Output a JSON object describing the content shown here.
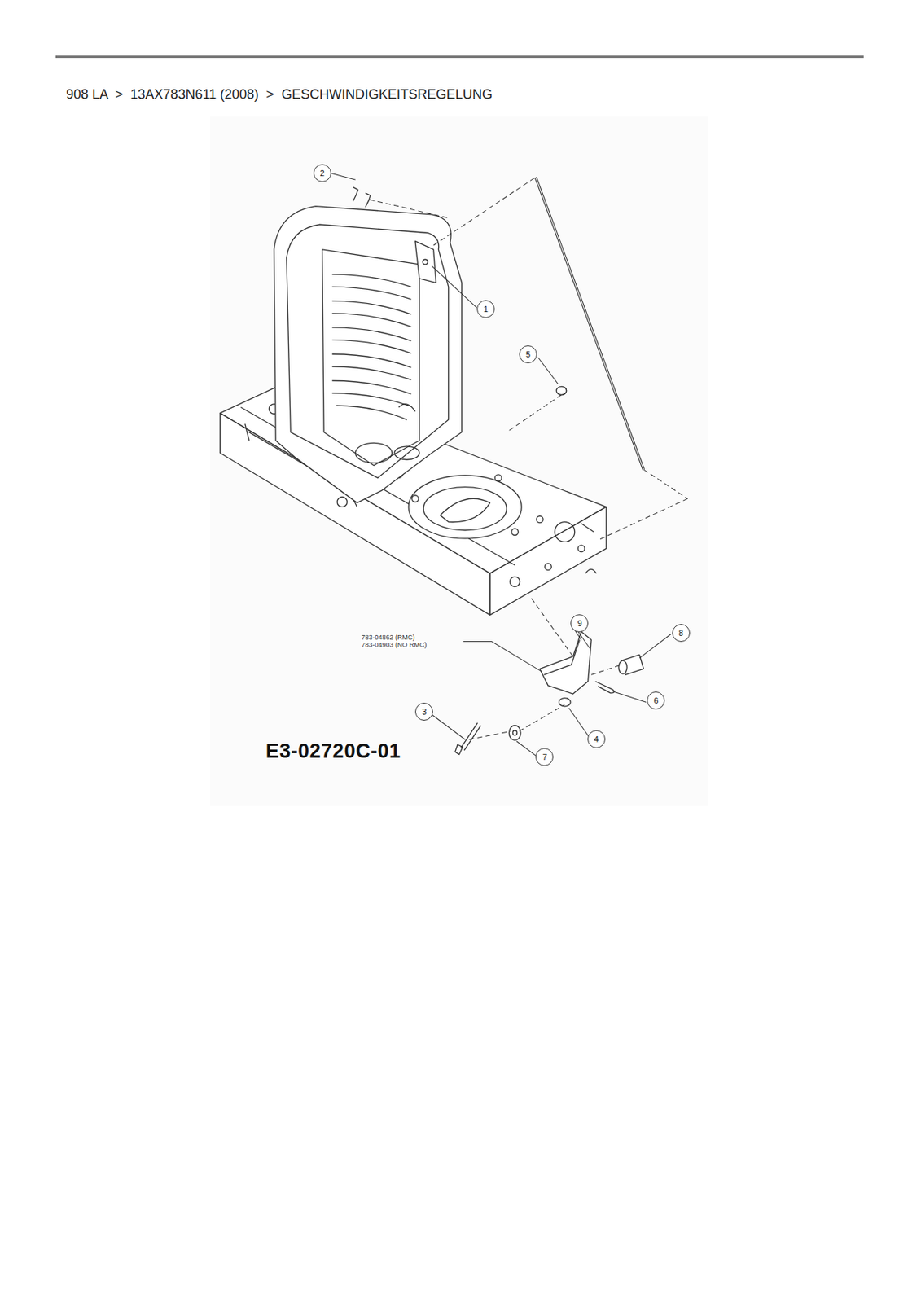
{
  "diagram": {
    "title": "908 LA  >  13AX783N611 (2008)  >  GESCHWINDIGKEITSREGELUNG",
    "labels": [
      "2",
      "1",
      "5",
      "9",
      "8",
      "6",
      "4",
      "7",
      "3",
      "783-04862 (RMC)",
      "783-04903 (NO RMC)",
      "E3-02720C-01"
    ]
  }
}
